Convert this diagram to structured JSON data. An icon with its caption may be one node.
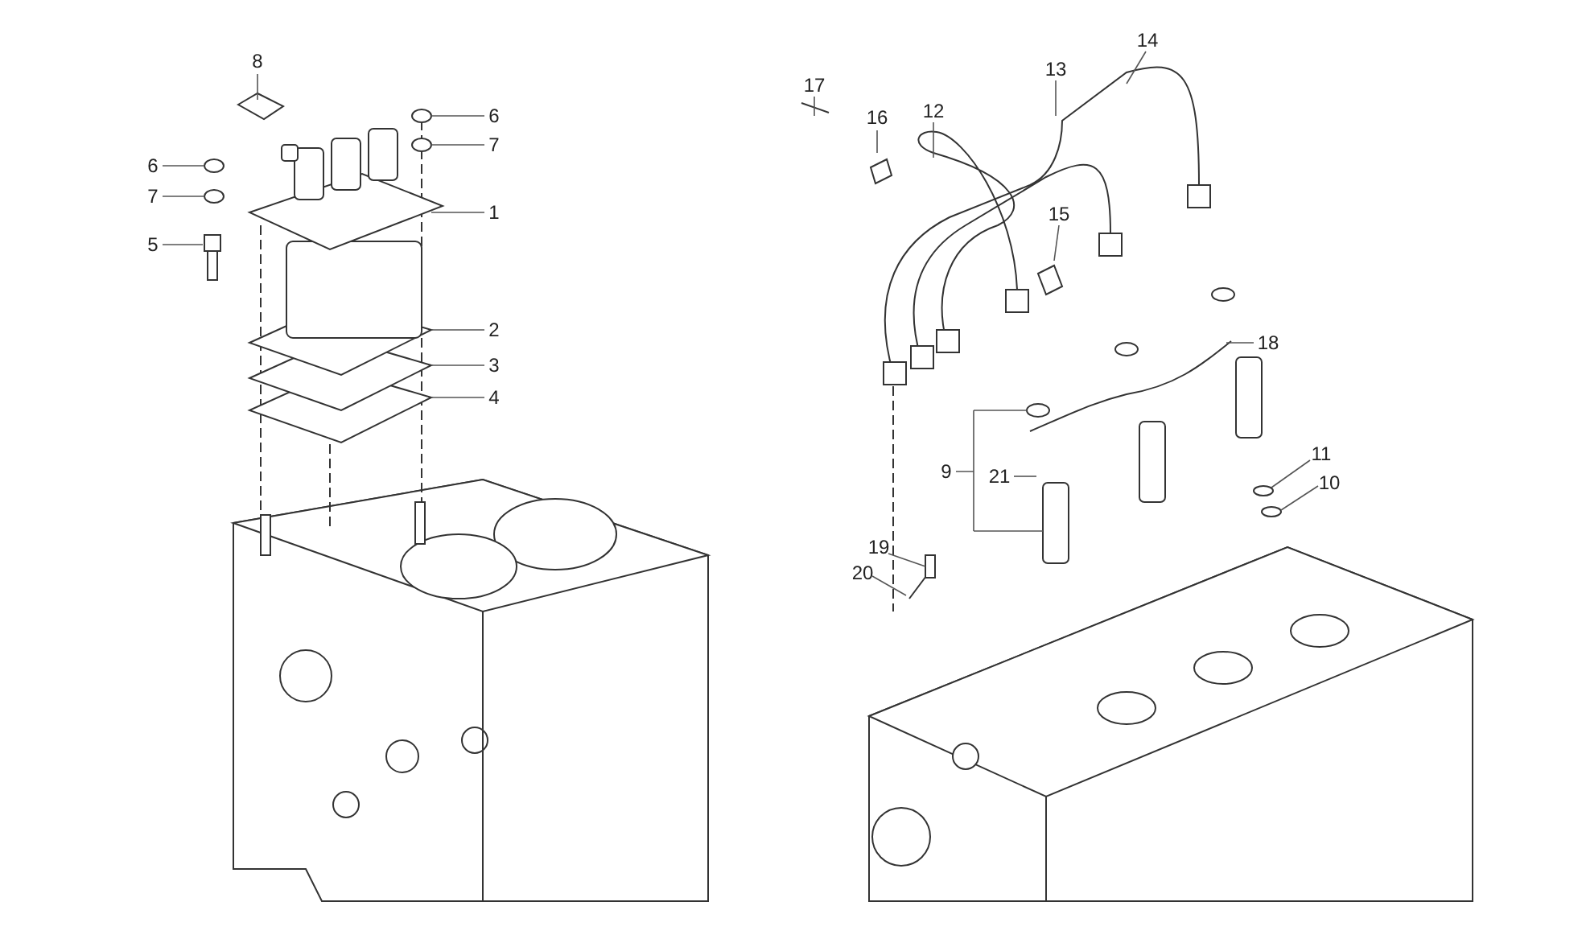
{
  "diagram": {
    "nodes": [
      {
        "text": [
          "8"
        ]
      },
      {
        "text": [
          "6"
        ]
      },
      {
        "text": [
          "6"
        ]
      },
      {
        "text": [
          "7"
        ]
      },
      {
        "text": [
          "7"
        ]
      },
      {
        "text": [
          "1"
        ]
      },
      {
        "text": [
          "5"
        ]
      },
      {
        "text": [
          "2"
        ]
      },
      {
        "text": [
          "3"
        ]
      },
      {
        "text": [
          "4"
        ]
      },
      {
        "text": [
          "14"
        ]
      },
      {
        "text": [
          "13"
        ]
      },
      {
        "text": [
          "17"
        ]
      },
      {
        "text": [
          "16"
        ]
      },
      {
        "text": [
          "12"
        ]
      },
      {
        "text": [
          "15"
        ]
      },
      {
        "text": [
          "18"
        ]
      },
      {
        "text": [
          "11"
        ]
      },
      {
        "text": [
          "9"
        ]
      },
      {
        "text": [
          "21"
        ]
      },
      {
        "text": [
          "10"
        ]
      },
      {
        "text": [
          "19"
        ]
      },
      {
        "text": [
          "20"
        ]
      }
    ],
    "edges": [
      {
        "from": 0,
        "to": null,
        "arrow": "none"
      },
      {
        "from": 1,
        "to": null,
        "arrow": "none"
      },
      {
        "from": 2,
        "to": null,
        "arrow": "none"
      },
      {
        "from": 3,
        "to": null,
        "arrow": "none"
      },
      {
        "from": 4,
        "to": null,
        "arrow": "none"
      },
      {
        "from": 5,
        "to": null,
        "arrow": "none"
      },
      {
        "from": 6,
        "to": null,
        "arrow": "none"
      },
      {
        "from": 7,
        "to": null,
        "arrow": "none"
      },
      {
        "from": 8,
        "to": null,
        "arrow": "none"
      },
      {
        "from": 9,
        "to": null,
        "arrow": "none"
      },
      {
        "from": 10,
        "to": null,
        "arrow": "none"
      },
      {
        "from": 11,
        "to": null,
        "arrow": "none"
      },
      {
        "from": 12,
        "to": null,
        "arrow": "none"
      },
      {
        "from": 13,
        "to": null,
        "arrow": "none"
      },
      {
        "from": 14,
        "to": null,
        "arrow": "none"
      },
      {
        "from": 15,
        "to": null,
        "arrow": "none"
      },
      {
        "from": 16,
        "to": null,
        "arrow": "none"
      },
      {
        "from": 17,
        "to": null,
        "arrow": "none"
      },
      {
        "from": 18,
        "to": null,
        "arrow": "none"
      },
      {
        "from": 19,
        "to": null,
        "arrow": "none"
      },
      {
        "from": 20,
        "to": null,
        "arrow": "none"
      },
      {
        "from": 21,
        "to": null,
        "arrow": "none"
      },
      {
        "from": 22,
        "to": null,
        "arrow": "none"
      }
    ]
  }
}
